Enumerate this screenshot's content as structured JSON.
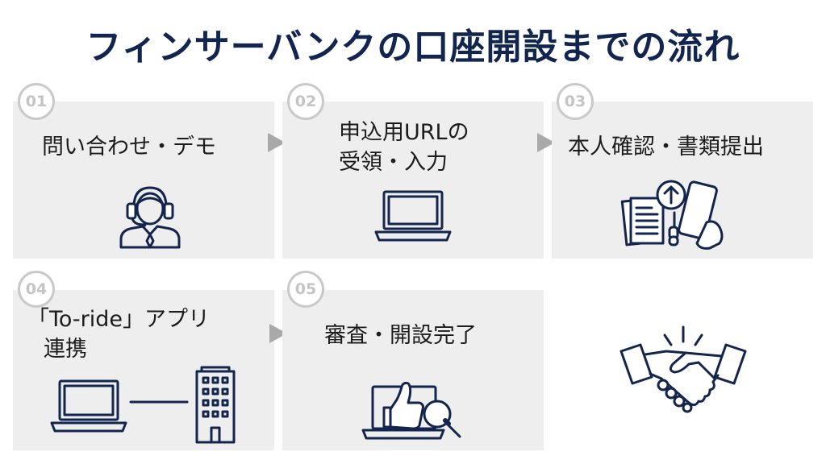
{
  "title": "フィンサーバンクの口座開設までの流れ",
  "steps": [
    {
      "number": "01",
      "line1": "問い合わせ・デモ",
      "line2": "",
      "icon": "headset-support-icon"
    },
    {
      "number": "02",
      "line1": "申込用URLの",
      "line2": "受領・入力",
      "icon": "laptop-icon"
    },
    {
      "number": "03",
      "line1": "本人確認・書類提出",
      "line2": "",
      "icon": "document-upload-phone-icon"
    },
    {
      "number": "04",
      "line1": "「To-ride」アプリ",
      "line2": "連携",
      "icon": "laptop-building-link-icon"
    },
    {
      "number": "05",
      "line1": "審査・開設完了",
      "line2": "",
      "icon": "thumbs-up-review-icon"
    }
  ],
  "final_icon": "handshake-icon",
  "colors": {
    "navy": "#12254f",
    "panel": "#eeeeee",
    "badge": "#c4c4c4",
    "arrow": "#a9a9a9"
  }
}
